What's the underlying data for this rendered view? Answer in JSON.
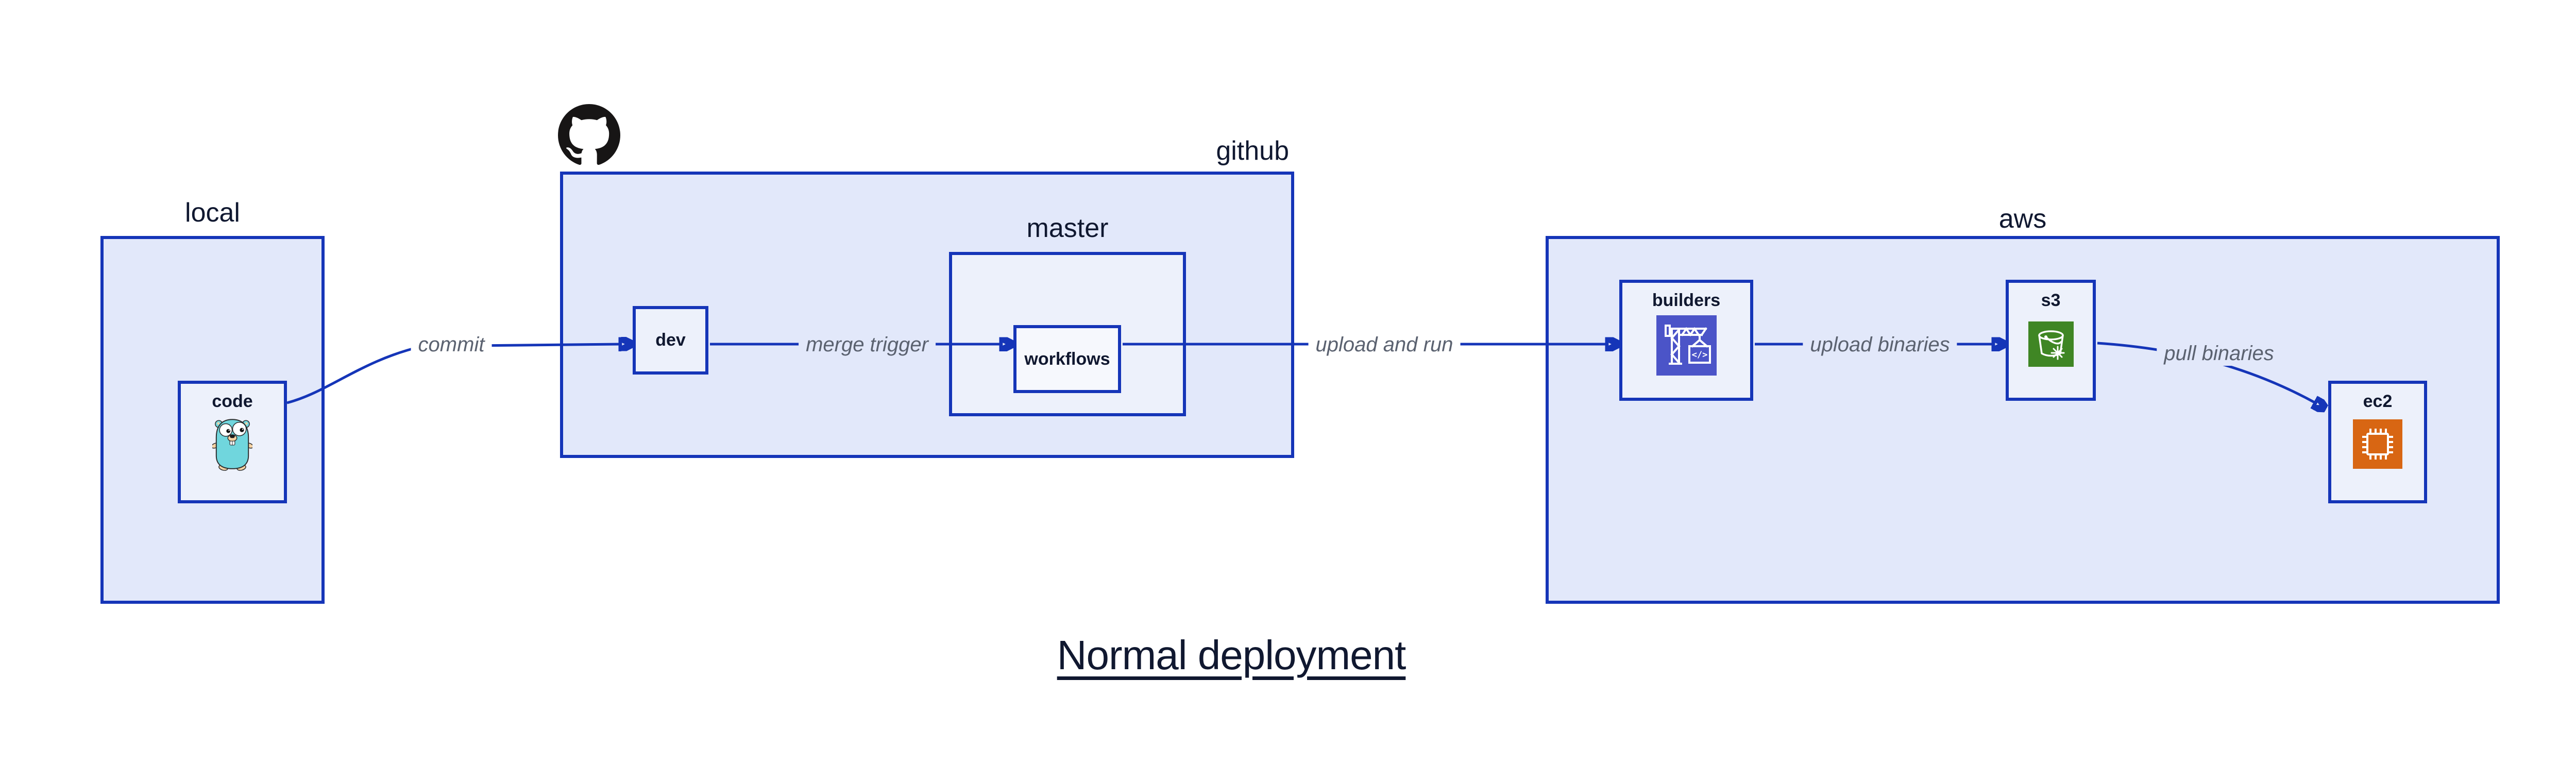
{
  "title": "Normal deployment",
  "colors": {
    "line_blue": "#1535b8",
    "group_fill": "#e2e8fa",
    "node_fill": "#edf1fb",
    "subnode_fill": "#f6f8fd",
    "text_navy": "#101830",
    "edge_label_gray": "#5b6270",
    "builders_icon_bg": "#4b54c8",
    "s3_icon_bg": "#3f8624",
    "ec2_icon_bg": "#d86613",
    "gopher_teal": "#70d6dd",
    "octocat_black": "#171515"
  },
  "groups": {
    "local": {
      "label": "local"
    },
    "github": {
      "label": "github"
    },
    "master": {
      "label": "master"
    },
    "aws": {
      "label": "aws"
    }
  },
  "nodes": {
    "code": {
      "label": "code",
      "icon": "go-gopher-icon"
    },
    "dev": {
      "label": "dev"
    },
    "workflows": {
      "label": "workflows"
    },
    "builders": {
      "label": "builders",
      "icon": "codebuild-crane-icon"
    },
    "s3": {
      "label": "s3",
      "icon": "s3-bucket-icon"
    },
    "ec2": {
      "label": "ec2",
      "icon": "ec2-chip-icon"
    }
  },
  "edges": {
    "commit": {
      "label": "commit",
      "from": "code",
      "to": "dev"
    },
    "merge_trigger": {
      "label": "merge trigger",
      "from": "dev",
      "to": "workflows"
    },
    "upload_and_run": {
      "label": "upload and run",
      "from": "workflows",
      "to": "builders"
    },
    "upload_binaries": {
      "label": "upload binaries",
      "from": "builders",
      "to": "s3"
    },
    "pull_binaries": {
      "label": "pull binaries",
      "from": "s3",
      "to": "ec2"
    }
  }
}
